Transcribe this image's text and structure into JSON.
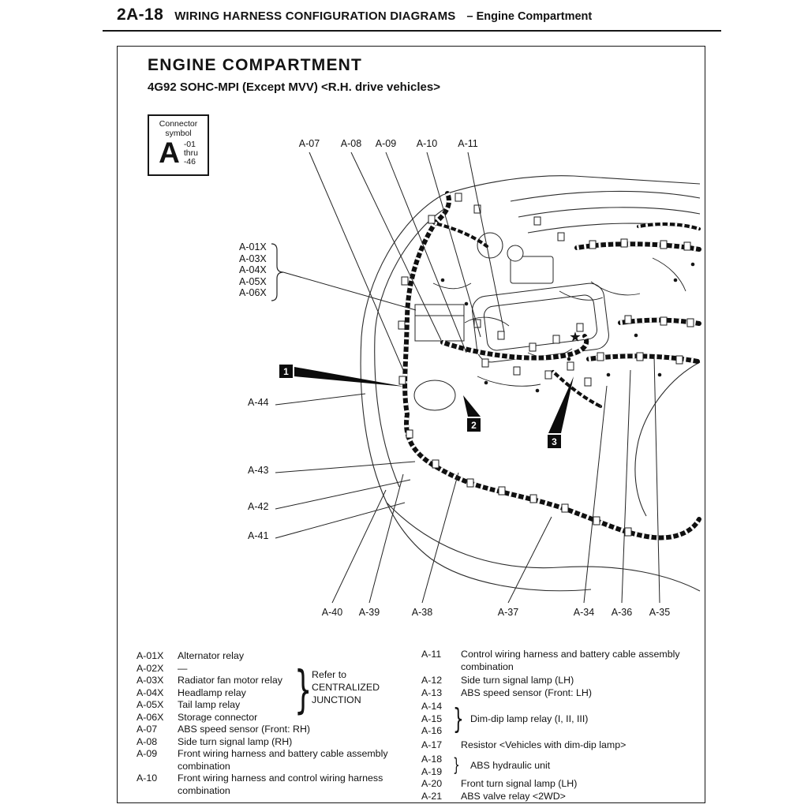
{
  "colors": {
    "ink": "#131313",
    "paper": "#ffffff"
  },
  "page_header": {
    "page_number": "2A-18",
    "title": "WIRING HARNESS CONFIGURATION DIAGRAMS",
    "section": "– Engine Compartment"
  },
  "content": {
    "title": "ENGINE COMPARTMENT",
    "subtitle": "4G92 SOHC-MPI (Except MVV) <R.H. drive vehicles>"
  },
  "connector_symbol_box": {
    "caption_line1": "Connector",
    "caption_line2": "symbol",
    "letter": "A",
    "range_top": "-01",
    "range_mid": "thru",
    "range_bottom": "-46"
  },
  "diagram": {
    "top_labels": [
      "A-07",
      "A-08",
      "A-09",
      "A-10",
      "A-11"
    ],
    "left_stack_labels": [
      "A-01X",
      "A-03X",
      "A-04X",
      "A-05X",
      "A-06X"
    ],
    "side_labels": [
      "A-44",
      "A-43",
      "A-42",
      "A-41"
    ],
    "bottom_labels": [
      "A-40",
      "A-39",
      "A-38",
      "A-37",
      "A-34",
      "A-36",
      "A-35"
    ],
    "markers": [
      "1",
      "2",
      "3"
    ],
    "star": "★"
  },
  "legend": {
    "brace_note": {
      "line1": "Refer to",
      "line2": "CENTRALIZED",
      "line3": "JUNCTION"
    },
    "left": [
      {
        "code": "A-01X",
        "desc": "Alternator relay"
      },
      {
        "code": "A-02X",
        "desc": "—"
      },
      {
        "code": "A-03X",
        "desc": "Radiator fan motor relay"
      },
      {
        "code": "A-04X",
        "desc": "Headlamp relay"
      },
      {
        "code": "A-05X",
        "desc": "Tail lamp relay"
      },
      {
        "code": "A-06X",
        "desc": "Storage connector"
      },
      {
        "code": "A-07",
        "desc": "ABS speed sensor (Front: RH)"
      },
      {
        "code": "A-08",
        "desc": "Side turn signal lamp (RH)"
      },
      {
        "code": "A-09",
        "desc": "Front wiring harness and battery cable assembly combination"
      },
      {
        "code": "A-10",
        "desc": "Front wiring harness and control wiring harness combination"
      }
    ],
    "right": [
      {
        "code": "A-11",
        "desc": "Control wiring harness and battery cable assembly combination"
      },
      {
        "code": "A-12",
        "desc": "Side turn signal lamp (LH)"
      },
      {
        "code": "A-13",
        "desc": "ABS speed sensor (Front: LH)"
      },
      {
        "code": "A-14",
        "desc": ""
      },
      {
        "code": "A-15",
        "desc": "Dim-dip lamp relay (I, II, III)"
      },
      {
        "code": "A-16",
        "desc": ""
      },
      {
        "code": "A-17",
        "desc": "Resistor <Vehicles with dim-dip lamp>"
      },
      {
        "code": "A-18",
        "desc": "ABS hydraulic unit"
      },
      {
        "code": "A-19",
        "desc": ""
      },
      {
        "code": "A-20",
        "desc": "Front turn signal lamp (LH)"
      },
      {
        "code": "A-21",
        "desc": "ABS valve relay <2WD>"
      }
    ]
  }
}
